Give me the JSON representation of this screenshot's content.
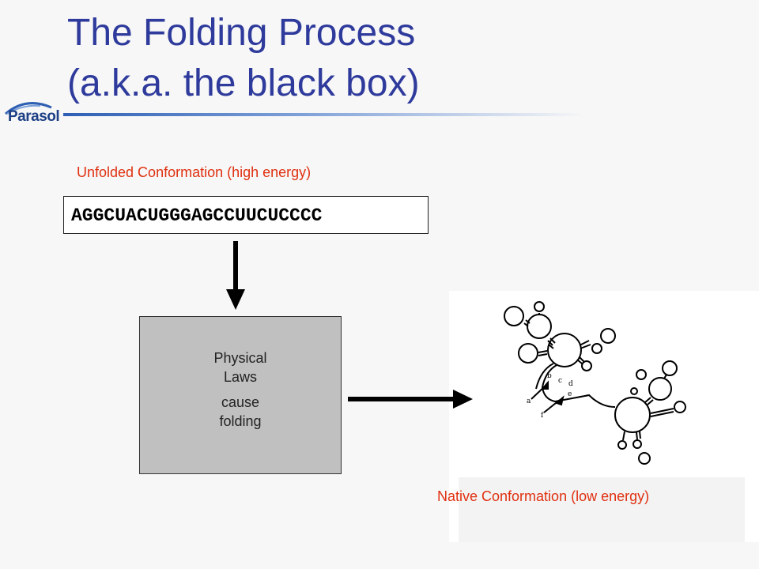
{
  "slide": {
    "title_line1": "The Folding Process",
    "title_line2": "(a.k.a. the black box)",
    "logo_text": "Parasol"
  },
  "diagram": {
    "unfolded_label": "Unfolded Conformation (high energy)",
    "sequence": "AGGCUACUGGGAGCCUUCUCCCC",
    "process_line1": "Physical",
    "process_line2": "Laws",
    "process_line3": "cause",
    "process_line4": "folding",
    "native_label": "Native Conformation (low energy)",
    "structure_letters": [
      "a",
      "b",
      "c",
      "d",
      "e",
      "f"
    ]
  },
  "colors": {
    "title": "#2f3b9c",
    "label_red": "#e03010",
    "process_box": "#c0c0c0"
  }
}
